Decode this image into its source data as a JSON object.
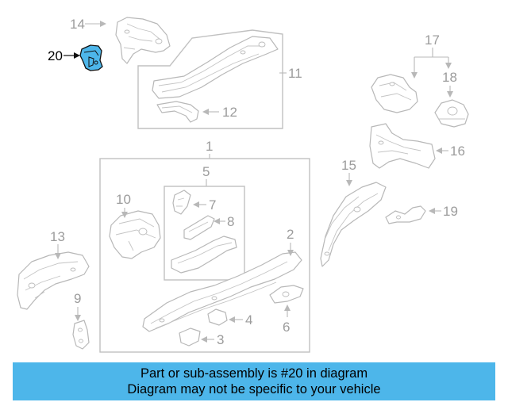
{
  "callouts": {
    "c1": "1",
    "c2": "2",
    "c3": "3",
    "c4": "4",
    "c5": "5",
    "c6": "6",
    "c7": "7",
    "c8": "8",
    "c9": "9",
    "c10": "10",
    "c11": "11",
    "c12": "12",
    "c13": "13",
    "c14": "14",
    "c15": "15",
    "c16": "16",
    "c17": "17",
    "c18": "18",
    "c19": "19",
    "c20": "20"
  },
  "highlight": {
    "part_number": "20",
    "color": "#4db6ea"
  },
  "banner": {
    "line1": "Part or sub-assembly is #20 in diagram",
    "line2": "Diagram may not be specific to your vehicle",
    "background": "#4db6ea"
  }
}
